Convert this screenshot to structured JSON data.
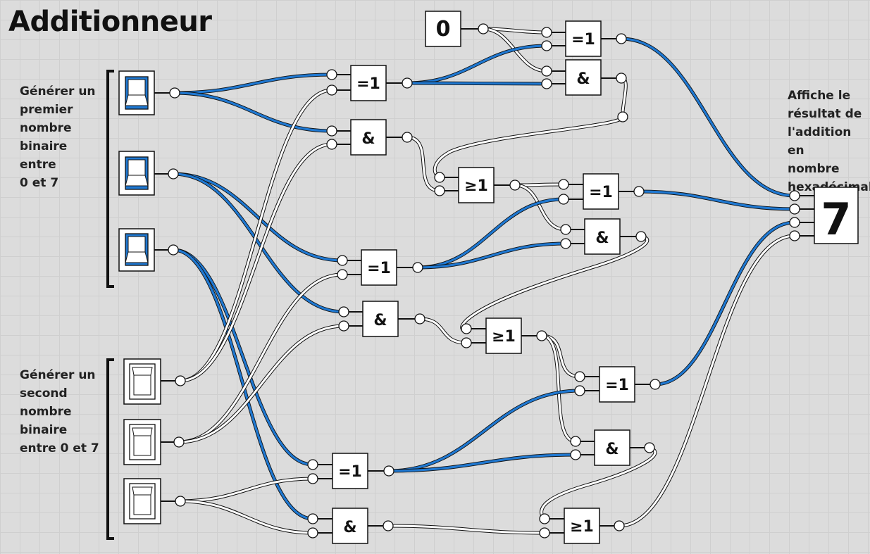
{
  "title": "Additionneur",
  "labels": {
    "first_number": "Générer un\npremier\nnombre\nbinaire entre\n0 et 7",
    "second_number": "Générer un\nsecond\nnombre\nbinaire\nentre 0 et 7",
    "result": "Affiche le\nrésultat de\nl'addition en\nnombre\nhexadécimal"
  },
  "constant_input": "0",
  "display": {
    "value": "7",
    "color": "#1f78d1"
  },
  "switches": {
    "a0": true,
    "a1": true,
    "a2": true,
    "b0": false,
    "b1": false,
    "b2": false
  },
  "gates": {
    "g1_label": "=1",
    "g2_label": "&",
    "g3_label": "=1",
    "g4_label": "&",
    "g5_label": "≥1",
    "g6_label": "=1",
    "g7_label": "&",
    "g8_label": "=1",
    "g9_label": "&",
    "g10_label": "≥1",
    "g11_label": "=1",
    "g12_label": "&",
    "g13_label": "=1",
    "g14_label": "&",
    "g15_label": "≥1"
  },
  "colors": {
    "active_wire": "#1f78d1",
    "inactive_wire": "#ffffff"
  }
}
